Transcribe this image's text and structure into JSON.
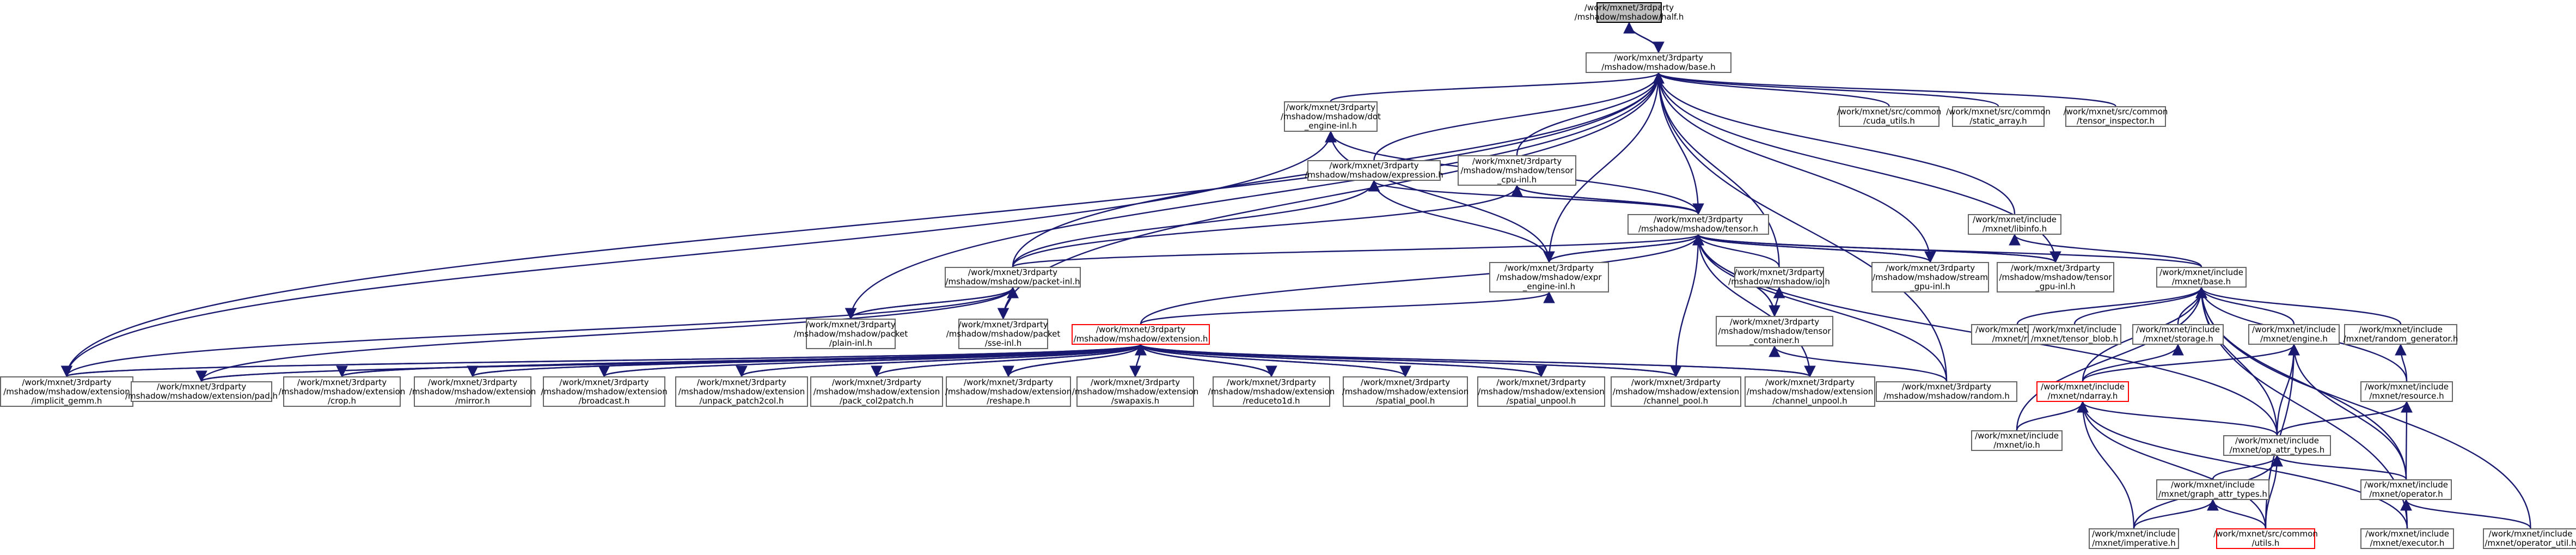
{
  "colors": {
    "edge": "#191970",
    "border": "#666666",
    "root_fill": "#bfbfbf",
    "highlight_border": "#ff0000"
  },
  "nodes": [
    {
      "id": "half",
      "l1": "/work/mxnet/3rdparty",
      "l2": "/mshadow/mshadow/half.h",
      "root": true
    },
    {
      "id": "base",
      "l1": "/work/mxnet/3rdparty",
      "l2": "/mshadow/mshadow/base.h"
    },
    {
      "id": "dot",
      "l1": "/work/mxnet/3rdparty",
      "l2": "/mshadow/mshadow/dot",
      "l3": "_engine-inl.h"
    },
    {
      "id": "cuda_utils",
      "l1": "/work/mxnet/src/common",
      "l2": "/cuda_utils.h"
    },
    {
      "id": "static_array",
      "l1": "/work/mxnet/src/common",
      "l2": "/static_array.h"
    },
    {
      "id": "tensor_inspector",
      "l1": "/work/mxnet/src/common",
      "l2": "/tensor_inspector.h"
    },
    {
      "id": "expression",
      "l1": "/work/mxnet/3rdparty",
      "l2": "/mshadow/mshadow/expression.h"
    },
    {
      "id": "tensor_cpu",
      "l1": "/work/mxnet/3rdparty",
      "l2": "/mshadow/mshadow/tensor",
      "l3": "_cpu-inl.h"
    },
    {
      "id": "libinfo",
      "l1": "/work/mxnet/include",
      "l2": "/mxnet/libinfo.h"
    },
    {
      "id": "tensor",
      "l1": "/work/mxnet/3rdparty",
      "l2": "/mshadow/mshadow/tensor.h"
    },
    {
      "id": "packet_inl",
      "l1": "/work/mxnet/3rdparty",
      "l2": "/mshadow/mshadow/packet-inl.h"
    },
    {
      "id": "expr_engine",
      "l1": "/work/mxnet/3rdparty",
      "l2": "/mshadow/mshadow/expr",
      "l3": "_engine-inl.h"
    },
    {
      "id": "io",
      "l1": "/work/mxnet/3rdparty",
      "l2": "/mshadow/mshadow/io.h"
    },
    {
      "id": "stream_gpu",
      "l1": "/work/mxnet/3rdparty",
      "l2": "/mshadow/mshadow/stream",
      "l3": "_gpu-inl.h"
    },
    {
      "id": "tensor_gpu",
      "l1": "/work/mxnet/3rdparty",
      "l2": "/mshadow/mshadow/tensor",
      "l3": "_gpu-inl.h"
    },
    {
      "id": "mxbase",
      "l1": "/work/mxnet/include",
      "l2": "/mxnet/base.h"
    },
    {
      "id": "plain",
      "l1": "/work/mxnet/3rdparty",
      "l2": "/mshadow/mshadow/packet",
      "l3": "/plain-inl.h"
    },
    {
      "id": "sse",
      "l1": "/work/mxnet/3rdparty",
      "l2": "/mshadow/mshadow/packet",
      "l3": "/sse-inl.h"
    },
    {
      "id": "extension",
      "l1": "/work/mxnet/3rdparty",
      "l2": "/mshadow/mshadow/extension.h",
      "red": true
    },
    {
      "id": "tensor_container",
      "l1": "/work/mxnet/3rdparty",
      "l2": "/mshadow/mshadow/tensor",
      "l3": "_container.h"
    },
    {
      "id": "rtc",
      "l1": "/work/mxnet/include",
      "l2": "/mxnet/rtc.h"
    },
    {
      "id": "tensor_blob",
      "l1": "/work/mxnet/include",
      "l2": "/mxnet/tensor_blob.h"
    },
    {
      "id": "storage",
      "l1": "/work/mxnet/include",
      "l2": "/mxnet/storage.h"
    },
    {
      "id": "engine",
      "l1": "/work/mxnet/include",
      "l2": "/mxnet/engine.h"
    },
    {
      "id": "random_generator",
      "l1": "/work/mxnet/include",
      "l2": "/mxnet/random_generator.h"
    },
    {
      "id": "implicit_gemm",
      "l1": "/work/mxnet/3rdparty",
      "l2": "/mshadow/mshadow/extension",
      "l3": "/implicit_gemm.h"
    },
    {
      "id": "pad",
      "l1": "/work/mxnet/3rdparty",
      "l2": "/mshadow/mshadow/extension/pad.h"
    },
    {
      "id": "crop",
      "l1": "/work/mxnet/3rdparty",
      "l2": "/mshadow/mshadow/extension",
      "l3": "/crop.h"
    },
    {
      "id": "mirror",
      "l1": "/work/mxnet/3rdparty",
      "l2": "/mshadow/mshadow/extension",
      "l3": "/mirror.h"
    },
    {
      "id": "broadcast",
      "l1": "/work/mxnet/3rdparty",
      "l2": "/mshadow/mshadow/extension",
      "l3": "/broadcast.h"
    },
    {
      "id": "unpack_patch2col",
      "l1": "/work/mxnet/3rdparty",
      "l2": "/mshadow/mshadow/extension",
      "l3": "/unpack_patch2col.h"
    },
    {
      "id": "pack_col2patch",
      "l1": "/work/mxnet/3rdparty",
      "l2": "/mshadow/mshadow/extension",
      "l3": "/pack_col2patch.h"
    },
    {
      "id": "reshape",
      "l1": "/work/mxnet/3rdparty",
      "l2": "/mshadow/mshadow/extension",
      "l3": "/reshape.h"
    },
    {
      "id": "swapaxis",
      "l1": "/work/mxnet/3rdparty",
      "l2": "/mshadow/mshadow/extension",
      "l3": "/swapaxis.h"
    },
    {
      "id": "reduceto1d",
      "l1": "/work/mxnet/3rdparty",
      "l2": "/mshadow/mshadow/extension",
      "l3": "/reduceto1d.h"
    },
    {
      "id": "spatial_pool",
      "l1": "/work/mxnet/3rdparty",
      "l2": "/mshadow/mshadow/extension",
      "l3": "/spatial_pool.h"
    },
    {
      "id": "spatial_unpool",
      "l1": "/work/mxnet/3rdparty",
      "l2": "/mshadow/mshadow/extension",
      "l3": "/spatial_unpool.h"
    },
    {
      "id": "channel_pool",
      "l1": "/work/mxnet/3rdparty",
      "l2": "/mshadow/mshadow/extension",
      "l3": "/channel_pool.h"
    },
    {
      "id": "channel_unpool",
      "l1": "/work/mxnet/3rdparty",
      "l2": "/mshadow/mshadow/extension",
      "l3": "/channel_unpool.h"
    },
    {
      "id": "random",
      "l1": "/work/mxnet/3rdparty",
      "l2": "/mshadow/mshadow/random.h"
    },
    {
      "id": "ndarray",
      "l1": "/work/mxnet/include",
      "l2": "/mxnet/ndarray.h",
      "red": true
    },
    {
      "id": "resource",
      "l1": "/work/mxnet/include",
      "l2": "/mxnet/resource.h"
    },
    {
      "id": "mxio",
      "l1": "/work/mxnet/include",
      "l2": "/mxnet/io.h"
    },
    {
      "id": "op_attr_types",
      "l1": "/work/mxnet/include",
      "l2": "/mxnet/op_attr_types.h"
    },
    {
      "id": "graph_attr_types",
      "l1": "/work/mxnet/include",
      "l2": "/mxnet/graph_attr_types.h"
    },
    {
      "id": "operator",
      "l1": "/work/mxnet/include",
      "l2": "/mxnet/operator.h"
    },
    {
      "id": "imperative",
      "l1": "/work/mxnet/include",
      "l2": "/mxnet/imperative.h"
    },
    {
      "id": "utils",
      "l1": "/work/mxnet/src/common",
      "l2": "/utils.h",
      "red": true
    },
    {
      "id": "executor",
      "l1": "/work/mxnet/include",
      "l2": "/mxnet/executor.h"
    },
    {
      "id": "operator_util",
      "l1": "/work/mxnet/include",
      "l2": "/mxnet/operator_util.h"
    }
  ],
  "edges": [
    [
      "half",
      "base"
    ],
    [
      "base",
      "half"
    ],
    [
      "base",
      "dot"
    ],
    [
      "base",
      "cuda_utils"
    ],
    [
      "base",
      "static_array"
    ],
    [
      "base",
      "tensor_inspector"
    ],
    [
      "base",
      "expression"
    ],
    [
      "base",
      "tensor_cpu"
    ],
    [
      "base",
      "libinfo"
    ],
    [
      "base",
      "tensor"
    ],
    [
      "base",
      "packet_inl"
    ],
    [
      "base",
      "expr_engine"
    ],
    [
      "base",
      "io"
    ],
    [
      "base",
      "stream_gpu"
    ],
    [
      "base",
      "tensor_gpu"
    ],
    [
      "base",
      "plain"
    ],
    [
      "base",
      "sse"
    ],
    [
      "base",
      "implicit_gemm"
    ],
    [
      "base",
      "random"
    ],
    [
      "dot",
      "tensor"
    ],
    [
      "dot",
      "expr_engine"
    ],
    [
      "dot",
      "implicit_gemm"
    ],
    [
      "expression",
      "tensor"
    ],
    [
      "expression",
      "packet_inl"
    ],
    [
      "expression",
      "expr_engine"
    ],
    [
      "tensor_cpu",
      "tensor"
    ],
    [
      "tensor",
      "tensor_cpu"
    ],
    [
      "tensor_cpu",
      "packet_inl"
    ],
    [
      "libinfo",
      "mxbase"
    ],
    [
      "tensor",
      "packet_inl"
    ],
    [
      "tensor",
      "expr_engine"
    ],
    [
      "expr_engine",
      "tensor"
    ],
    [
      "tensor",
      "io"
    ],
    [
      "tensor",
      "stream_gpu"
    ],
    [
      "stream_gpu",
      "tensor"
    ],
    [
      "tensor",
      "tensor_gpu"
    ],
    [
      "tensor_gpu",
      "tensor"
    ],
    [
      "tensor",
      "mxbase"
    ],
    [
      "tensor",
      "extension"
    ],
    [
      "tensor",
      "tensor_container"
    ],
    [
      "tensor_container",
      "tensor"
    ],
    [
      "tensor",
      "random"
    ],
    [
      "tensor",
      "channel_pool"
    ],
    [
      "tensor",
      "channel_unpool"
    ],
    [
      "tensor",
      "op_attr_types"
    ],
    [
      "packet_inl",
      "plain"
    ],
    [
      "plain",
      "packet_inl"
    ],
    [
      "packet_inl",
      "sse"
    ],
    [
      "sse",
      "packet_inl"
    ],
    [
      "packet_inl",
      "implicit_gemm"
    ],
    [
      "packet_inl",
      "pad"
    ],
    [
      "expr_engine",
      "extension"
    ],
    [
      "io",
      "tensor_container"
    ],
    [
      "tensor_container",
      "random"
    ],
    [
      "mxbase",
      "rtc"
    ],
    [
      "mxbase",
      "tensor_blob"
    ],
    [
      "mxbase",
      "storage"
    ],
    [
      "mxbase",
      "engine"
    ],
    [
      "mxbase",
      "random_generator"
    ],
    [
      "mxbase",
      "ndarray"
    ],
    [
      "mxbase",
      "resource"
    ],
    [
      "mxbase",
      "mxio"
    ],
    [
      "mxbase",
      "op_attr_types"
    ],
    [
      "mxbase",
      "operator"
    ],
    [
      "mxbase",
      "executor"
    ],
    [
      "mxbase",
      "operator_util"
    ],
    [
      "extension",
      "implicit_gemm"
    ],
    [
      "extension",
      "pad"
    ],
    [
      "extension",
      "crop"
    ],
    [
      "extension",
      "mirror"
    ],
    [
      "extension",
      "broadcast"
    ],
    [
      "extension",
      "unpack_patch2col"
    ],
    [
      "extension",
      "pack_col2patch"
    ],
    [
      "extension",
      "reshape"
    ],
    [
      "extension",
      "swapaxis"
    ],
    [
      "extension",
      "reduceto1d"
    ],
    [
      "extension",
      "spatial_pool"
    ],
    [
      "extension",
      "spatial_unpool"
    ],
    [
      "extension",
      "channel_pool"
    ],
    [
      "extension",
      "channel_unpool"
    ],
    [
      "implicit_gemm",
      "extension"
    ],
    [
      "pad",
      "extension"
    ],
    [
      "crop",
      "extension"
    ],
    [
      "mirror",
      "extension"
    ],
    [
      "broadcast",
      "extension"
    ],
    [
      "unpack_patch2col",
      "extension"
    ],
    [
      "pack_col2patch",
      "extension"
    ],
    [
      "reshape",
      "extension"
    ],
    [
      "swapaxis",
      "extension"
    ],
    [
      "reduceto1d",
      "extension"
    ],
    [
      "spatial_pool",
      "extension"
    ],
    [
      "spatial_unpool",
      "extension"
    ],
    [
      "channel_pool",
      "extension"
    ],
    [
      "channel_unpool",
      "extension"
    ],
    [
      "storage",
      "ndarray"
    ],
    [
      "engine",
      "ndarray"
    ],
    [
      "engine",
      "op_attr_types"
    ],
    [
      "engine",
      "operator"
    ],
    [
      "engine",
      "utils"
    ],
    [
      "random_generator",
      "resource"
    ],
    [
      "ndarray",
      "mxio"
    ],
    [
      "ndarray",
      "op_attr_types"
    ],
    [
      "ndarray",
      "imperative"
    ],
    [
      "ndarray",
      "utils"
    ],
    [
      "ndarray",
      "executor"
    ],
    [
      "resource",
      "op_attr_types"
    ],
    [
      "resource",
      "operator"
    ],
    [
      "op_attr_types",
      "graph_attr_types"
    ],
    [
      "op_attr_types",
      "operator"
    ],
    [
      "op_attr_types",
      "imperative"
    ],
    [
      "op_attr_types",
      "utils"
    ],
    [
      "graph_attr_types",
      "imperative"
    ],
    [
      "graph_attr_types",
      "utils"
    ],
    [
      "operator",
      "executor"
    ],
    [
      "operator",
      "operator_util"
    ]
  ]
}
